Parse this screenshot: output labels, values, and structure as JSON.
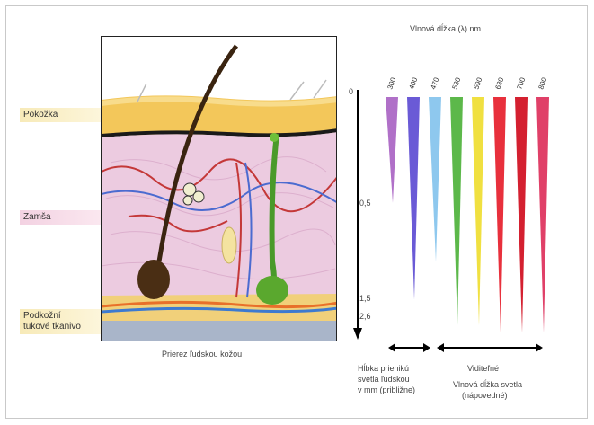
{
  "labels": {
    "epidermis": "Pokožka",
    "dermis": "Zamša",
    "subcutis_line1": "Podkožní",
    "subcutis_line2": "tukové tkanivo",
    "cross_section": "Prierez ľudskou kožou",
    "wavelength_title": "Vlnová dĺžka (λ) nm",
    "depth_top": "0",
    "depth_mid": "0,5",
    "depth_low": "1,5",
    "depth_bottom": "2,6",
    "bracket_left_line1": "Hĺbka prienikú",
    "bracket_left_line2": "svetla ľudskou",
    "bracket_left_line3": "v mm (približne)",
    "bracket_right_line1": "Viditeľné",
    "bracket_right_line2": "Vlnová dĺžka svetla",
    "bracket_right_line3": "(nápovedné)"
  },
  "wavelengths": [
    {
      "label": "300",
      "color": "#b070c8",
      "depth": 0.45
    },
    {
      "label": "400",
      "color": "#6a5ad6",
      "depth": 0.86
    },
    {
      "label": "470",
      "color": "#8ec8ee",
      "depth": 0.7
    },
    {
      "label": "530",
      "color": "#5cb84a",
      "depth": 0.97
    },
    {
      "label": "590",
      "color": "#f0e040",
      "depth": 0.97
    },
    {
      "label": "630",
      "color": "#e8303c",
      "depth": 1.0
    },
    {
      "label": "700",
      "color": "#d42030",
      "depth": 1.02
    },
    {
      "label": "800",
      "color": "#e04068",
      "depth": 1.02
    }
  ]
}
